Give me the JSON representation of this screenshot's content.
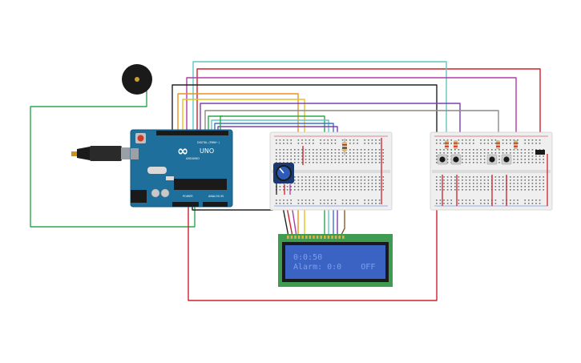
{
  "board": {
    "logo": "∞",
    "model": "UNO",
    "brand": "ARDUINO",
    "digital_label": "DIGITAL (PWM~)",
    "power_label": "POWER",
    "analog_label": "ANALOG IN"
  },
  "lcd": {
    "line1": "0:0:50",
    "line2": "Alarm: 0:0    OFF"
  },
  "colors": {
    "wire_red": "#d0202a",
    "wire_green": "#2ea84a",
    "wire_black": "#222222",
    "wire_cyan": "#5fc6c9",
    "wire_magenta": "#b03aa8",
    "wire_orange": "#e8931e",
    "wire_yellow": "#e6c320",
    "wire_purple": "#7b3fb0",
    "wire_gray": "#8a8a8a",
    "wire_blue": "#3b6fd6",
    "wire_brown": "#8b5a2b",
    "arduino_blue": "#1f6f9c",
    "lcd_green": "#3f9b52",
    "lcd_screen": "#3a63c4",
    "breadboard": "#efefef"
  },
  "icons": {
    "buzzer": "buzzer-icon",
    "usb": "usb-cable-icon",
    "potentiometer": "potentiometer-icon",
    "button": "pushbutton-icon",
    "resistor": "resistor-icon"
  }
}
